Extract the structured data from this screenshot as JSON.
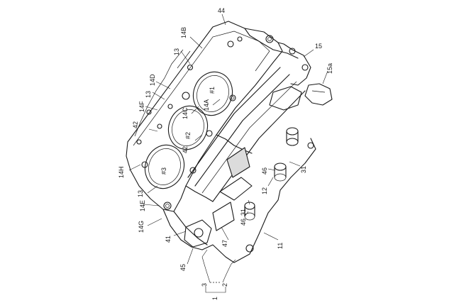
{
  "labels": {
    "l44": "44",
    "l14B": "14B",
    "l15": "15",
    "l15a": "15a",
    "l13a": "13",
    "l13b": "13",
    "l13c": "13",
    "l14D": "14D",
    "l14F": "14F",
    "l42a": "42",
    "l42b": "42",
    "l14C": "14C",
    "l14A": "14A",
    "l1": "#1",
    "l2": "#2",
    "l3": "#3",
    "l14H": "14H",
    "l14E": "14E",
    "l14G": "14G",
    "l41": "41",
    "l45": "45",
    "l46a": "46",
    "l46b": "46",
    "l12": "12",
    "l31a": "31",
    "l31b": "31",
    "l47": "47",
    "l11": "11",
    "lb1": "1",
    "lb2": "2",
    "lb3": "3"
  }
}
